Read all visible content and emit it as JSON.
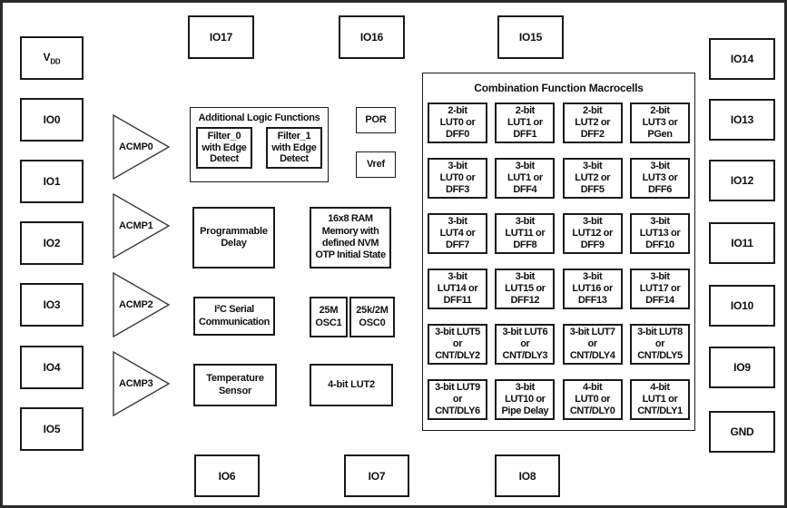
{
  "colors": {
    "line": "#1a1a1a",
    "background": "#ffffff"
  },
  "pins": {
    "vdd": {
      "main": "V",
      "sub": "DD"
    },
    "left": [
      "IO0",
      "IO1",
      "IO2",
      "IO3",
      "IO4",
      "IO5"
    ],
    "top": [
      "IO17",
      "IO16",
      "IO15"
    ],
    "right": [
      "IO14",
      "IO13",
      "IO12",
      "IO11",
      "IO10",
      "IO9",
      "GND"
    ],
    "bottom": [
      "IO6",
      "IO7",
      "IO8"
    ]
  },
  "comparators": [
    "ACMP0",
    "ACMP1",
    "ACMP2",
    "ACMP3"
  ],
  "blocks": {
    "additional_logic_title": "Additional Logic Functions",
    "filter0": "Filter_0\nwith Edge\nDetect",
    "filter1": "Filter_1\nwith Edge\nDetect",
    "por": "POR",
    "vref": "Vref",
    "programmable_delay": "Programmable\nDelay",
    "ram": "16x8 RAM\nMemory with\ndefined NVM\nOTP Initial State",
    "i2c": "I²C Serial\nCommunication",
    "osc1": "25M\nOSC1",
    "osc0": "25k/2M\nOSC0",
    "temperature_sensor": "Temperature\nSensor",
    "lut2": "4-bit LUT2"
  },
  "macrocells": {
    "title": "Combination Function Macrocells",
    "cells": [
      "2-bit\nLUT0 or\nDFF0",
      "2-bit\nLUT1 or\nDFF1",
      "2-bit\nLUT2 or\nDFF2",
      "2-bit\nLUT3 or\nPGen",
      "3-bit\nLUT0 or\nDFF3",
      "3-bit\nLUT1 or\nDFF4",
      "3-bit\nLUT2 or\nDFF5",
      "3-bit\nLUT3 or\nDFF6",
      "3-bit\nLUT4 or\nDFF7",
      "3-bit\nLUT11 or\nDFF8",
      "3-bit\nLUT12 or\nDFF9",
      "3-bit\nLUT13 or\nDFF10",
      "3-bit\nLUT14 or\nDFF11",
      "3-bit\nLUT15 or\nDFF12",
      "3-bit\nLUT16 or\nDFF13",
      "3-bit\nLUT17 or\nDFF14",
      "3-bit LUT5\nor\nCNT/DLY2",
      "3-bit LUT6\nor\nCNT/DLY3",
      "3-bit LUT7\nor\nCNT/DLY4",
      "3-bit LUT8\nor\nCNT/DLY5",
      "3-bit LUT9\nor\nCNT/DLY6",
      "3-bit\nLUT10 or\nPipe Delay",
      "4-bit\nLUT0 or\nCNT/DLY0",
      "4-bit\nLUT1 or\nCNT/DLY1"
    ]
  }
}
